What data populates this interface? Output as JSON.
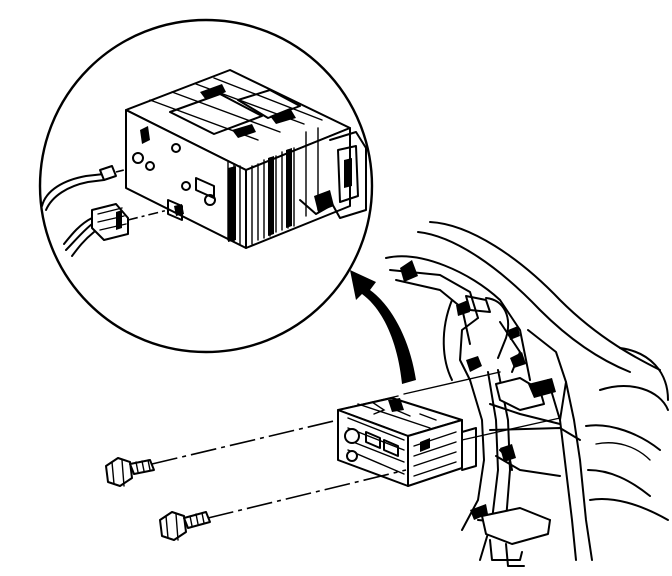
{
  "figure": {
    "kind": "exploded installation line drawing",
    "components": [
      "detail-circle",
      "radio-receiver-detail",
      "wiring-connector",
      "antenna-cable",
      "removal-arrow",
      "radio-receiver",
      "instrument-panel-carrier",
      "mounting-bracket",
      "mounting-bolt",
      "mounting-bolt"
    ],
    "ink_color": "#000000",
    "paper_color": "#ffffff"
  }
}
